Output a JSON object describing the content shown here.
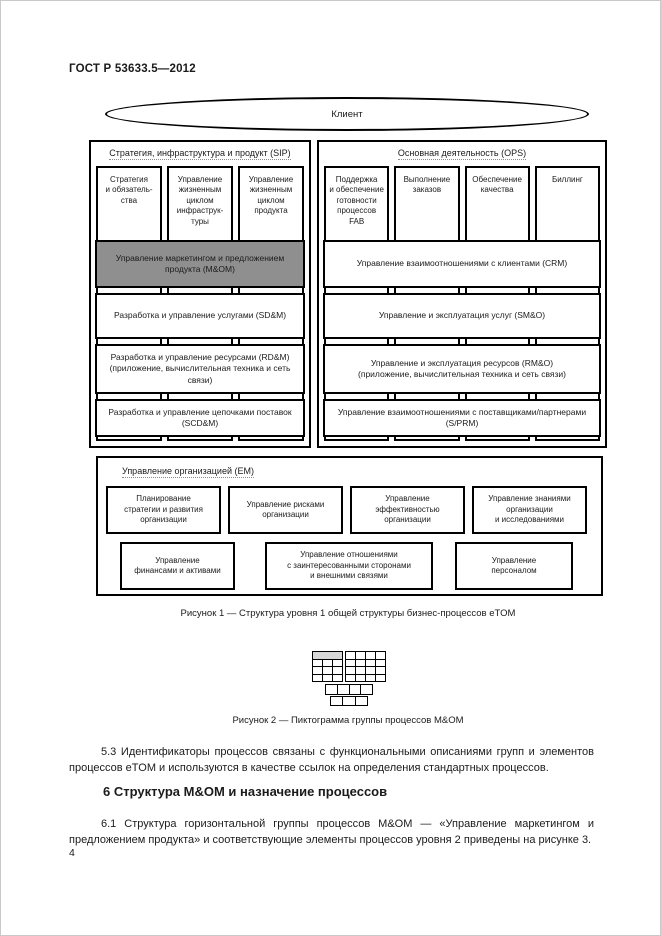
{
  "page": {
    "header_code": "ГОСТ Р 53633.5—2012",
    "page_number": "4"
  },
  "figure1": {
    "client_label": "Клиент",
    "sip": {
      "title": "Стратегия, инфраструктура и продукт (SIP)",
      "columns": [
        "Стратегия\nи обязатель-\nства",
        "Управление\nжизненным\nциклом\nинфраструк-\nтуры",
        "Управление\nжизненным\nциклом\nпродукта"
      ],
      "bars": [
        "Управление маркетингом и предложением\nпродукта (M&OM)",
        "Разработка и управление услугами (SD&M)",
        "Разработка и управление ресурсами (RD&M)\n(приложение, вычислительная техника и сеть\nсвязи)",
        "Разработка и управление цепочками поставок\n(SCD&M)"
      ]
    },
    "ops": {
      "title": "Основная деятельность (OPS)",
      "columns": [
        "Поддержка\nи обеспечение\nготовности\nпроцессов\nFAB",
        "Выполнение\nзаказов",
        "Обеспечение\nкачества",
        "Биллинг"
      ],
      "bars": [
        "Управление взаимоотношениями с клиентами (CRM)",
        "Управление и эксплуатация услуг (SM&O)",
        "Управление и эксплуатация ресурсов (RM&O)\n(приложение, вычислительная техника и сеть связи)",
        "Управление взаимоотношениями с поставщиками/партнерами\n(S/PRM)"
      ]
    },
    "em": {
      "title": "Управление организацией (EM)",
      "row1": [
        "Планирование\nстратегии и развития\nорганизации",
        "Управление рисками\nорганизации",
        "Управление\nэффективностью\nорганизации",
        "Управление знаниями\nорганизации\nи исследованиями"
      ],
      "row2": [
        "Управление\nфинансами и активами",
        "Управление отношениями\nс заинтересованными сторонами\nи внешними связями",
        "Управление\nперсоналом"
      ]
    },
    "caption": "Рисунок 1 — Структура уровня 1 общей структуры бизнес-процессов eTOM"
  },
  "figure2": {
    "caption": "Рисунок 2 — Пиктограмма группы процессов M&OM"
  },
  "text": {
    "para_5_3": "5.3 Идентификаторы процессов связаны с функциональными описаниями групп и элементов процессов eTOM и используются в качестве ссылок на определения стандартных процессов.",
    "heading_6": "6 Структура M&OM и назначение процессов",
    "para_6_1": "6.1 Структура горизонтальной группы процессов M&OM — «Управление маркетингом и предложением продукта» и соответствующие элементы процессов уровня 2 приведены на рисунке 3."
  },
  "colors": {
    "highlight_bar": "#8f8f8f",
    "pictogram_header": "#d8d8d8"
  }
}
